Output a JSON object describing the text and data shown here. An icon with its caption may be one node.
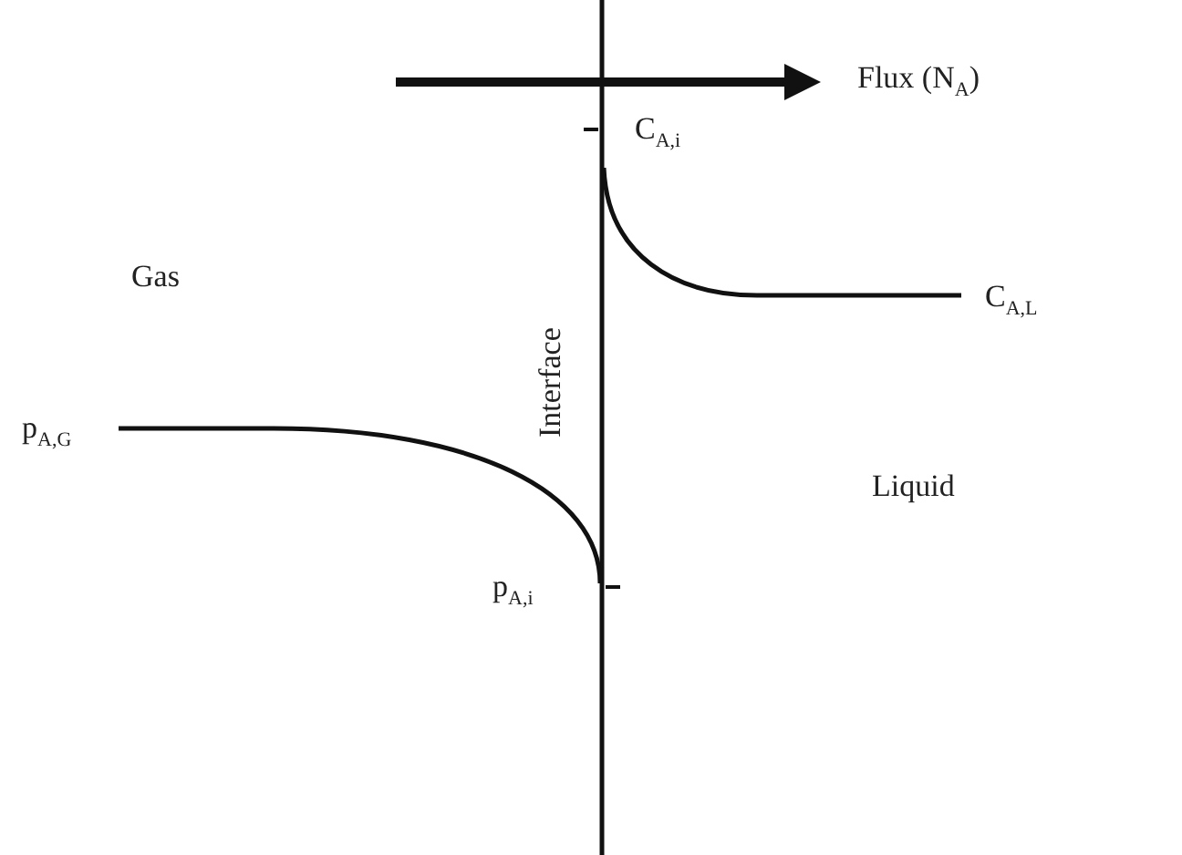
{
  "diagram": {
    "labels": [
      "Flux (N$_{A}$)",
      "C$_{A,i}$",
      "Gas",
      "Interface",
      "C$_{A,L}$",
      "p$_{A,G}$",
      "Liquid",
      "p$_{A,i}$"
    ]
  }
}
